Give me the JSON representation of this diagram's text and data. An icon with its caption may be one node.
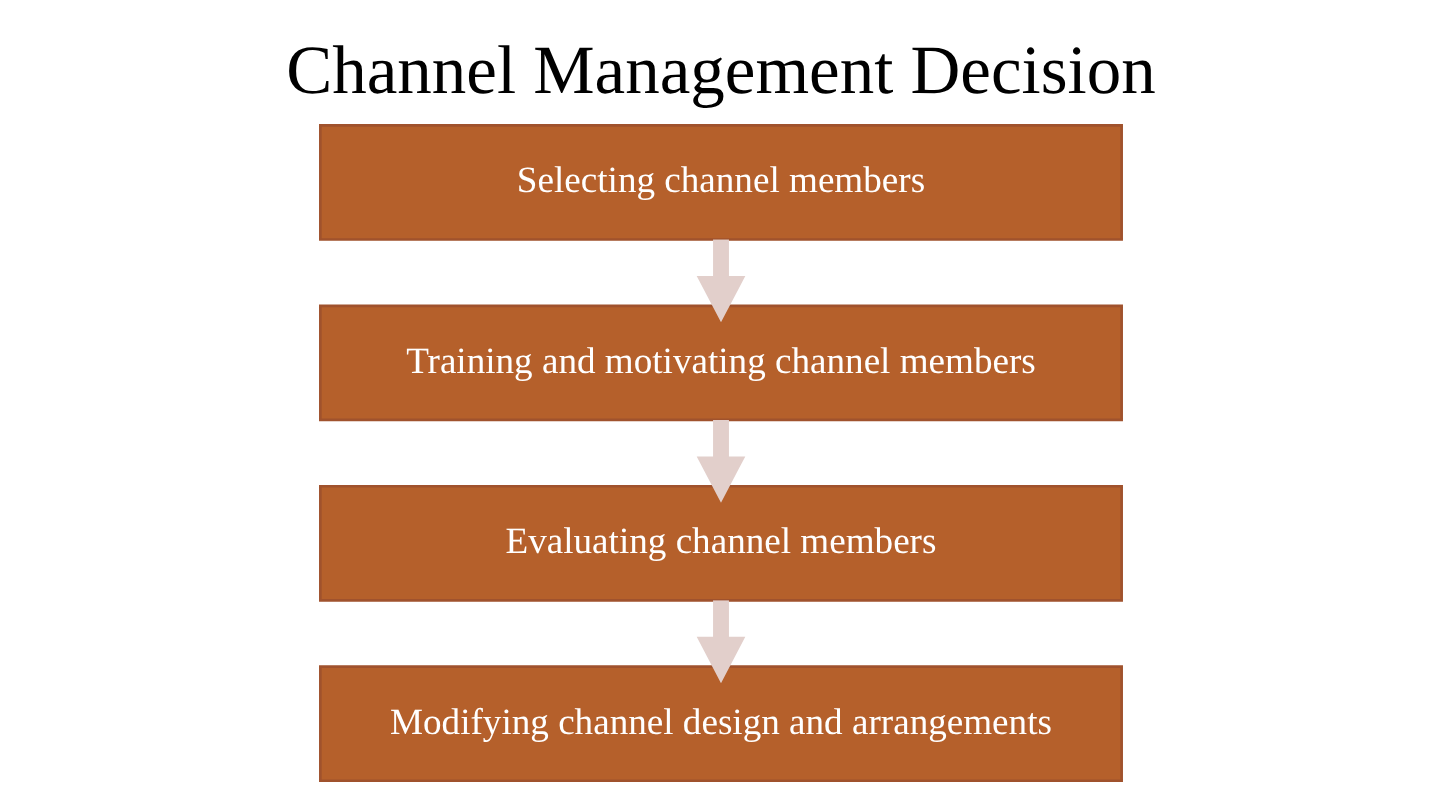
{
  "diagram": {
    "title": "Channel Management Decision",
    "nodes": [
      {
        "text": [
          "Selecting channel members"
        ]
      },
      {
        "text": [
          "Training and motivating channel members"
        ]
      },
      {
        "text": [
          "Evaluating channel members"
        ]
      },
      {
        "text": [
          "Modifying channel design and arrangements"
        ]
      }
    ],
    "edges": [
      {
        "from": 0,
        "to": 1,
        "arrow": "to"
      },
      {
        "from": 1,
        "to": 2,
        "arrow": "to"
      },
      {
        "from": 2,
        "to": 3,
        "arrow": "to"
      }
    ]
  }
}
